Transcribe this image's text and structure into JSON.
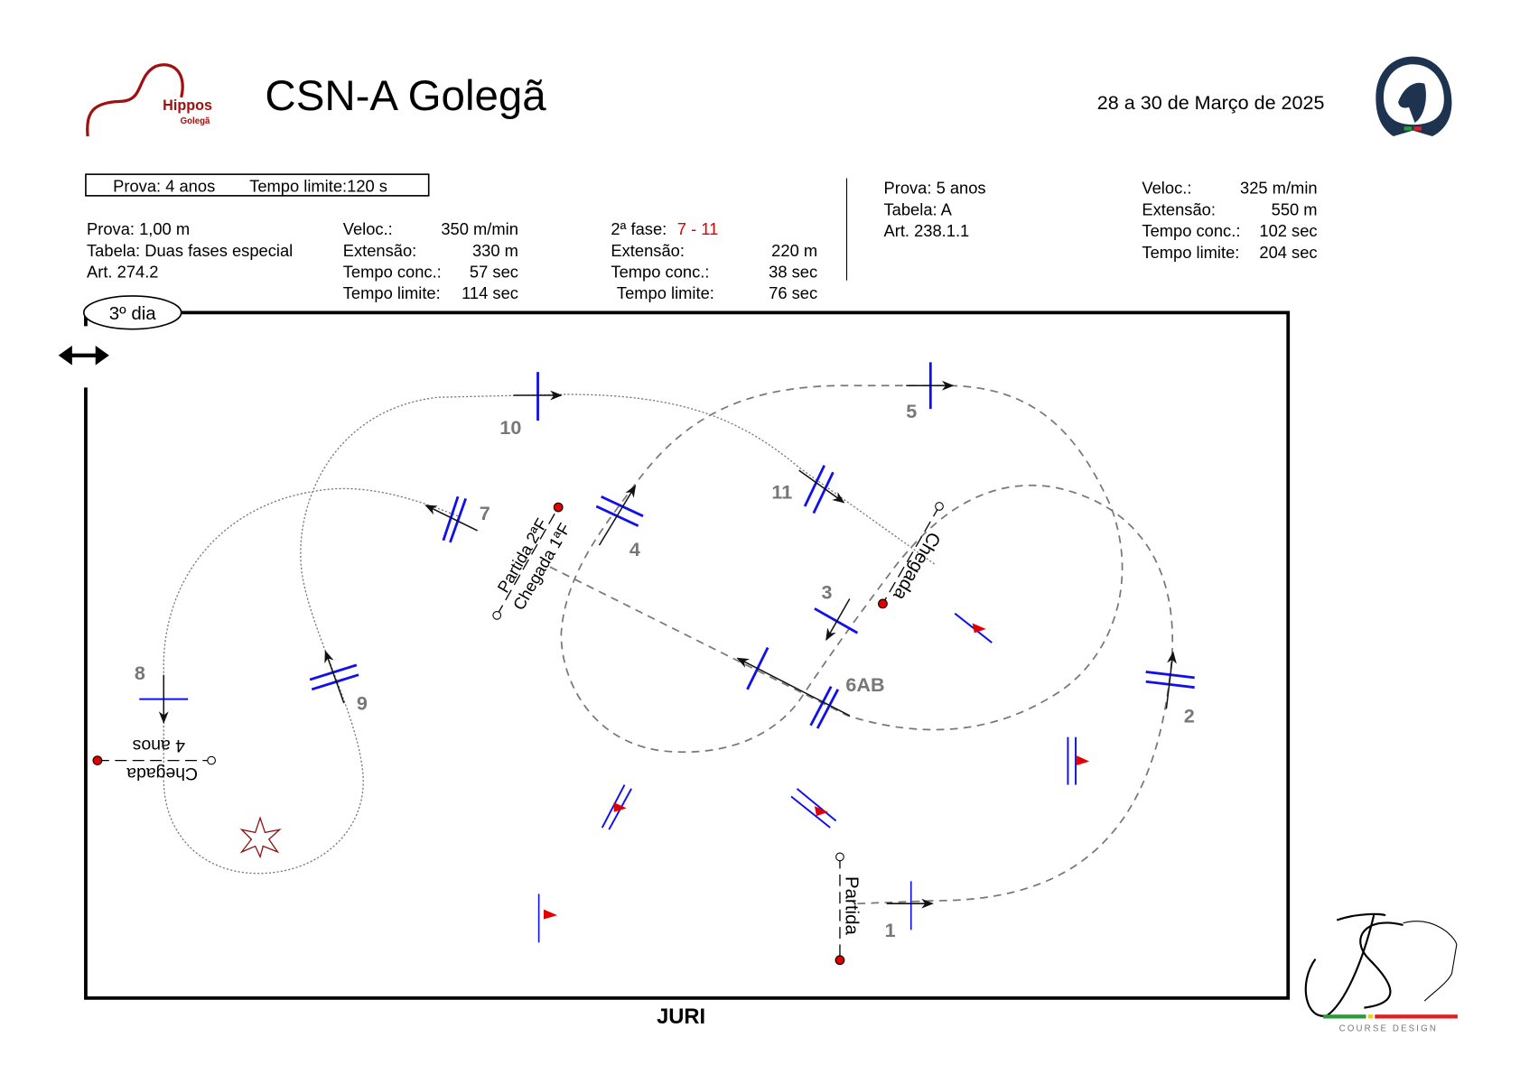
{
  "header": {
    "logo_left": {
      "line1": "Hippos",
      "line2": "Golegã"
    },
    "title": "CSN-A Golegã",
    "date": "28 a 30 de Março de 2025",
    "logo_right": "Federação Equestre Portuguesa"
  },
  "class_4anos_box": {
    "prova": "Prova: 4 anos",
    "tempo": "Tempo limite:120 s"
  },
  "class_main": {
    "prova": "Prova: 1,00 m",
    "tabela": "Tabela: Duas fases especial",
    "art": "Art. 274.2",
    "veloc_label": "Veloc.:",
    "veloc": "350 m/min",
    "ext_label": "Extensão:",
    "ext": "330 m",
    "tconc_label": "Tempo conc.:",
    "tconc": "57 sec",
    "tlim_label": "Tempo limite:",
    "tlim": "114 sec",
    "fase2_label": "2ª fase:",
    "fase2_range": "7 - 11",
    "f2_ext_label": "Extensão:",
    "f2_ext": "220 m",
    "f2_tconc_label": "Tempo conc.:",
    "f2_tconc": "38 sec",
    "f2_tlim_label": "Tempo limite:",
    "f2_tlim": "76 sec"
  },
  "class_5anos": {
    "prova": "Prova: 5 anos",
    "tabela": "Tabela: A",
    "art": "Art. 238.1.1",
    "veloc_label": "Veloc.:",
    "veloc": "325 m/min",
    "ext_label": "Extensão:",
    "ext": "550 m",
    "tconc_label": "Tempo conc.:",
    "tconc": "102 sec",
    "tlim_label": "Tempo limite:",
    "tlim": "204 sec"
  },
  "day_badge": "3º dia",
  "arena": {
    "jury": "JURI",
    "obstacles": [
      "1",
      "2",
      "3",
      "4",
      "5",
      "6AB",
      "7",
      "8",
      "9",
      "10",
      "11"
    ],
    "labels": {
      "partida": "Partida",
      "chegada": "Chegada",
      "partida_2f": "Partida 2ªF",
      "chegada_1f": "Chegada 1ªF",
      "chegada_4anos_a": "4 anos",
      "chegada_4anos_b": "Chegada"
    }
  },
  "footer_logo": {
    "text": "COURSE DESIGN",
    "monogram": "JS"
  },
  "colors": {
    "fence": "#1010ee",
    "start": "#e00000",
    "brand": "#a01010",
    "phase2": "#e00000"
  }
}
